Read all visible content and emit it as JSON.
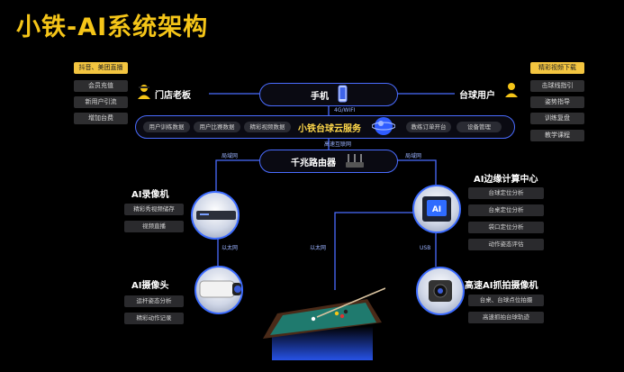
{
  "title": "小铁-AI系统架构",
  "left_chips": [
    "抖音、美团直播",
    "会员充值",
    "新用户引流",
    "增加台费"
  ],
  "right_chips": [
    "精彩视频下载",
    "击球线指引",
    "姿势指导",
    "训练复盘",
    "教学课程"
  ],
  "owner_label": "门店老板",
  "user_label": "台球用户",
  "phone_label": "手机",
  "network_4g": "4G/WIFI",
  "cloud_label": "小铁台球云服务",
  "cloud_left_chips": [
    "用户训练数据",
    "用户比赛数据",
    "精彩视频数据"
  ],
  "cloud_right_chips": [
    "教练订单开台",
    "设备管理"
  ],
  "internet_label": "高速互联网",
  "router_label": "千兆路由器",
  "lan_left": "局域网",
  "lan_right": "局域网",
  "recorder": {
    "title": "AI录像机",
    "chips": [
      "精彩秀视频储存",
      "视频直播"
    ]
  },
  "edge": {
    "title": "AI边缘计算中心",
    "chips": [
      "台球定位分析",
      "台桌定位分析",
      "袋口定位分析",
      "动作姿态评估"
    ]
  },
  "ethernet_1": "以太网",
  "ethernet_2": "以太网",
  "usb_label": "USB",
  "camera": {
    "title": "AI摄像头",
    "chips": [
      "运杆姿态分析",
      "精彩动作记录"
    ]
  },
  "hs_camera": {
    "title": "高速AI抓拍摄像机",
    "chips": [
      "台桌、台球点位拍摄",
      "高速抓拍台球轨迹"
    ]
  },
  "colors": {
    "accent_yellow": "#f5c518",
    "line_blue": "#4a6cff"
  }
}
